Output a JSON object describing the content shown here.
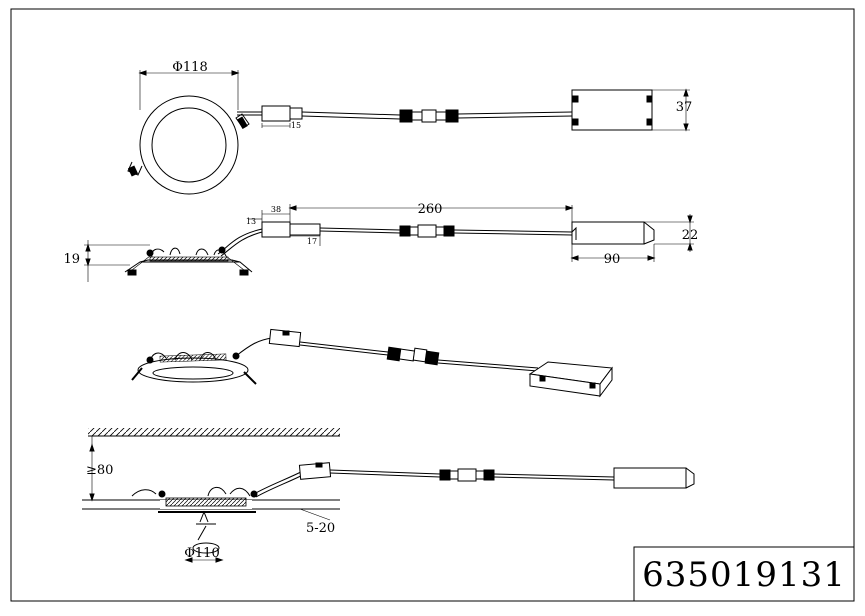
{
  "drawing": {
    "part_number": "635019131",
    "dimensions": {
      "diameter": "Φ118",
      "driver_height": "37",
      "cable_small": "15",
      "cable_length": "260",
      "connector_offset": "38",
      "connector_height": "13",
      "connector_small": "17",
      "lamp_height": "19",
      "driver_side_height": "22",
      "driver_length": "90",
      "min_depth": "≥80",
      "ceiling_thickness": "5-20",
      "cutout_diameter": "Φ110"
    }
  }
}
